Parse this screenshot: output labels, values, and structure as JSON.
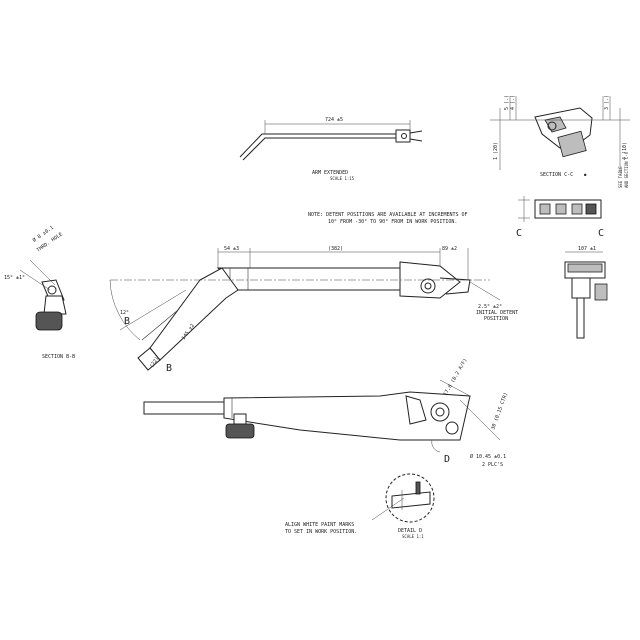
{
  "labels": {
    "arm_dim": "724 ±5",
    "arm_extended": "ARM EXTENDED",
    "arm_scale": "SCALE 1:15",
    "section_cc": "SECTION C-C",
    "cc_scale": "●",
    "cc_dim_top1": "5 (.)",
    "cc_dim_top2": "4 (.)",
    "cc_dim_top3": "3 (.)",
    "cc_dim_left": "1 (20)",
    "cc_dim_right": "4 (10)",
    "see_table": "SEE TABLE",
    "and_section": "AND SECTION C-C",
    "note1": "NOTE: DETENT POSITIONS ARE AVAILABLE AT INCREMENTS OF",
    "note2": "10° FROM -30° TO 90° FROM IN WORK POSITION.",
    "dim_382": "(382)",
    "dim_54": "54 ±3",
    "dim_89": "89 ±2",
    "dim_107": "107 ±1",
    "dim_8": "Ø 8 ±0.1",
    "thrd_hole": "THRD. HOLE",
    "ang15": "15° ±1°",
    "section_bb": "SECTION B-B",
    "dim_12": "12°",
    "dim_145": "145 ±2",
    "dim_22": "(22)",
    "label_b": "B",
    "label_c": "C",
    "label_d": "D",
    "ang_init": "2.5° ±2°",
    "initial_detent": "INITIAL DETENT",
    "position": "POSITION",
    "dim_178": "17.8 (0.2 A/F)",
    "dim_30": "30 (0.15 CTR)",
    "dim_045": "Ø 10.45 ±0.1",
    "plcs": "2 PLC'S",
    "align1": "ALIGN WHITE PAINT MARKS",
    "align2": "TO SET IN WORK POSITION.",
    "detail_d": "DETAIL D",
    "detail_scale": "SCALE 1:1"
  }
}
